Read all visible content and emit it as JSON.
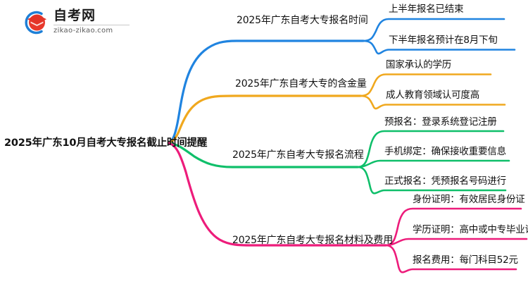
{
  "logo": {
    "name_cn": "自考网",
    "url": "zikao-zikao.com",
    "mark_icon": "graduation-cap-icon",
    "arc_color": "#1E7FD6",
    "cap_color": "#E03127"
  },
  "mindmap": {
    "root": {
      "label": "2025年广东10月自考大专报名截止时间提醒"
    },
    "branches": [
      {
        "label": "2025年广东自考大专报名时间",
        "color": "#2084E0",
        "leaves": [
          {
            "label": "上半年报名已结束"
          },
          {
            "label": "下半年报名预计在8月下旬"
          }
        ]
      },
      {
        "label": "2025年广东自考大专的含金量",
        "color": "#F0A81E",
        "leaves": [
          {
            "label": "国家承认的学历"
          },
          {
            "label": "成人教育领域认可度高"
          }
        ]
      },
      {
        "label": "2025年广东自考大专报名流程",
        "color": "#0FBF6A",
        "leaves": [
          {
            "label": "预报名：登录系统登记注册"
          },
          {
            "label": "手机绑定：确保接收重要信息"
          },
          {
            "label": "正式报名：凭预报名号码进行"
          }
        ]
      },
      {
        "label": "2025年广东自考大专报名材料及费用",
        "color": "#ED1C7B",
        "leaves": [
          {
            "label": "身份证明：有效居民身份证"
          },
          {
            "label": "学历证明：高中或中专毕业证"
          },
          {
            "label": "报名费用：每门科目52元"
          }
        ]
      }
    ]
  }
}
